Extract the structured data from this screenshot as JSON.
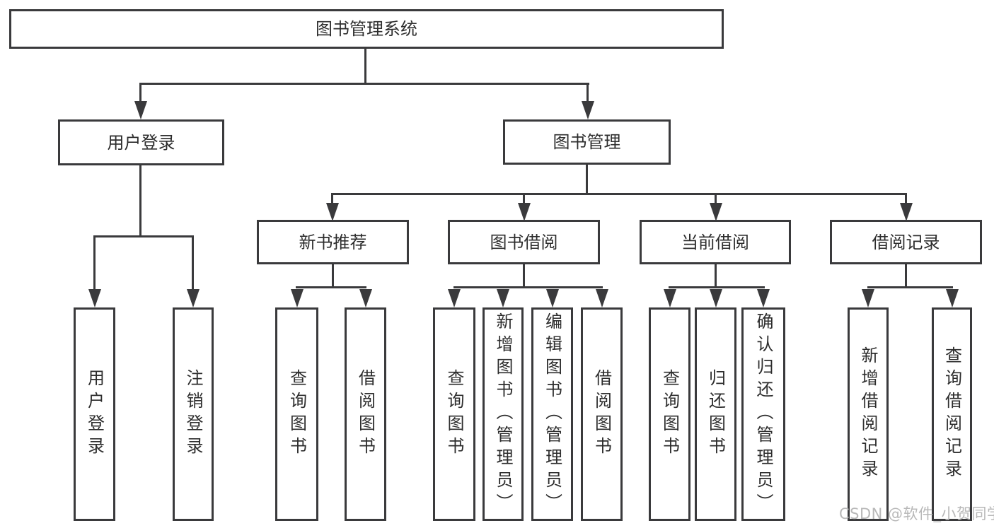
{
  "diagram": {
    "type": "hierarchy-tree",
    "title": "图书管理系统",
    "nodes": {
      "root": {
        "label": "图书管理系统"
      },
      "level2": [
        {
          "label": "用户登录"
        },
        {
          "label": "图书管理"
        }
      ],
      "level3": [
        {
          "label": "新书推荐",
          "parent": "图书管理"
        },
        {
          "label": "图书借阅",
          "parent": "图书管理"
        },
        {
          "label": "当前借阅",
          "parent": "图书管理"
        },
        {
          "label": "借阅记录",
          "parent": "图书管理"
        }
      ],
      "leaves": [
        {
          "label": "用户登录",
          "parent": "用户登录"
        },
        {
          "label": "注销登录",
          "parent": "用户登录"
        },
        {
          "label": "查询图书",
          "parent": "新书推荐"
        },
        {
          "label": "借阅图书",
          "parent": "新书推荐"
        },
        {
          "label": "查询图书",
          "parent": "图书借阅"
        },
        {
          "label": "新增图书（管理员）",
          "parent": "图书借阅"
        },
        {
          "label": "编辑图书（管理员）",
          "parent": "图书借阅"
        },
        {
          "label": "借阅图书",
          "parent": "图书借阅"
        },
        {
          "label": "查询图书",
          "parent": "当前借阅"
        },
        {
          "label": "归还图书",
          "parent": "当前借阅"
        },
        {
          "label": "确认归还（管理员）",
          "parent": "当前借阅"
        },
        {
          "label": "新增借阅记录",
          "parent": "借阅记录"
        },
        {
          "label": "查询借阅记录",
          "parent": "借阅记录"
        }
      ]
    }
  },
  "watermark": {
    "text": "CSDN @软件_小贺同学"
  },
  "colors": {
    "line": "#3a3a3c",
    "text": "#2d2d2d",
    "watermark": "#b8b8b8",
    "background": "#ffffff",
    "box_fill": "#ffffff"
  }
}
